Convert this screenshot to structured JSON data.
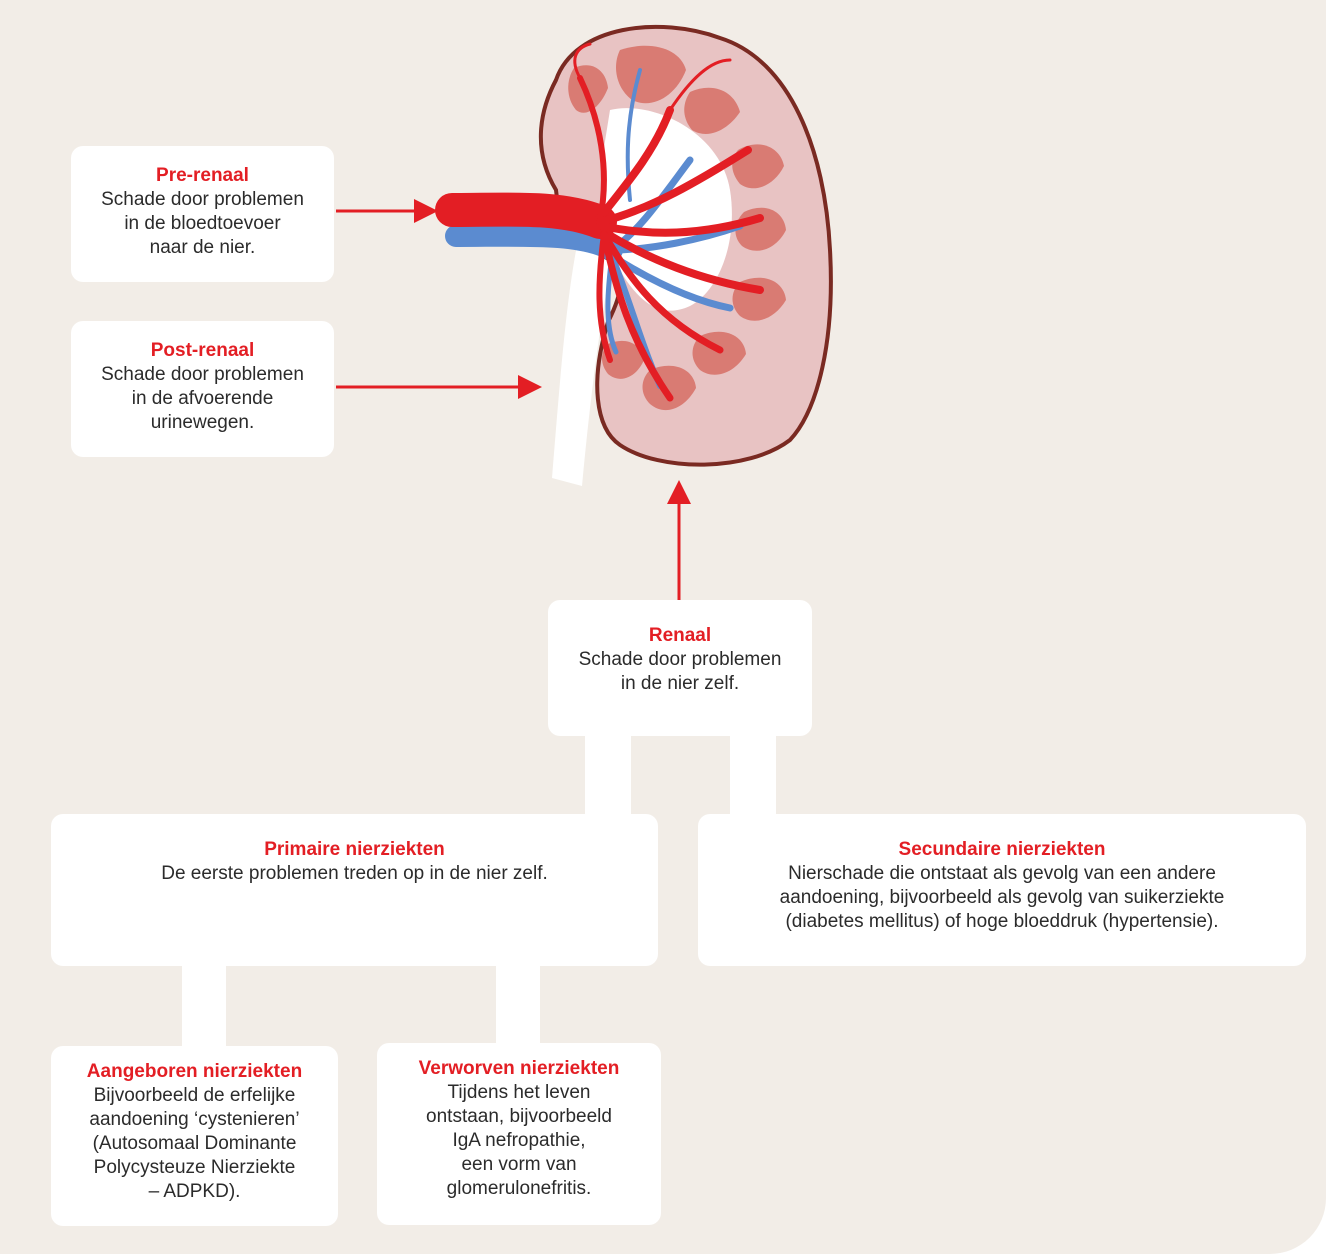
{
  "colors": {
    "background": "#f2ede7",
    "box": "#ffffff",
    "accent": "#e31e24",
    "vein": "#5b8bd0",
    "kidney_tissue": "#e8c3c3",
    "pyramid": "#d97b73",
    "kidney_outline": "#7a2a22"
  },
  "illustration": {
    "name": "kidney-cross-section-icon"
  },
  "pre_renaal": {
    "title": "Pre-renaal",
    "desc": "Schade door problemen\nin de bloedtoevoer\nnaar de nier."
  },
  "post_renaal": {
    "title": "Post-renaal",
    "desc": "Schade door problemen\nin de afvoerende\nurinewegen."
  },
  "renaal": {
    "title": "Renaal",
    "desc": "Schade door problemen\nin de nier zelf."
  },
  "primaire": {
    "title": "Primaire nierziekten",
    "desc": "De eerste problemen treden op in de nier zelf."
  },
  "secundaire": {
    "title": "Secundaire nierziekten",
    "desc": "Nierschade die ontstaat als gevolg van een andere\naandoening, bijvoorbeeld als gevolg van suikerziekte\n(diabetes mellitus) of hoge bloeddruk (hypertensie)."
  },
  "aangeboren": {
    "title": "Aangeboren nierziekten",
    "desc": "Bijvoorbeeld de erfelijke\naandoening ‘cystenieren’\n(Autosomaal Dominante\nPolycysteuze Nierziekte\n– ADPKD)."
  },
  "verworven": {
    "title": "Verworven nierziekten",
    "desc": "Tijdens het leven\nontstaan, bijvoorbeeld\nIgA nefropathie,\neen vorm van\nglomerulonefritis."
  }
}
